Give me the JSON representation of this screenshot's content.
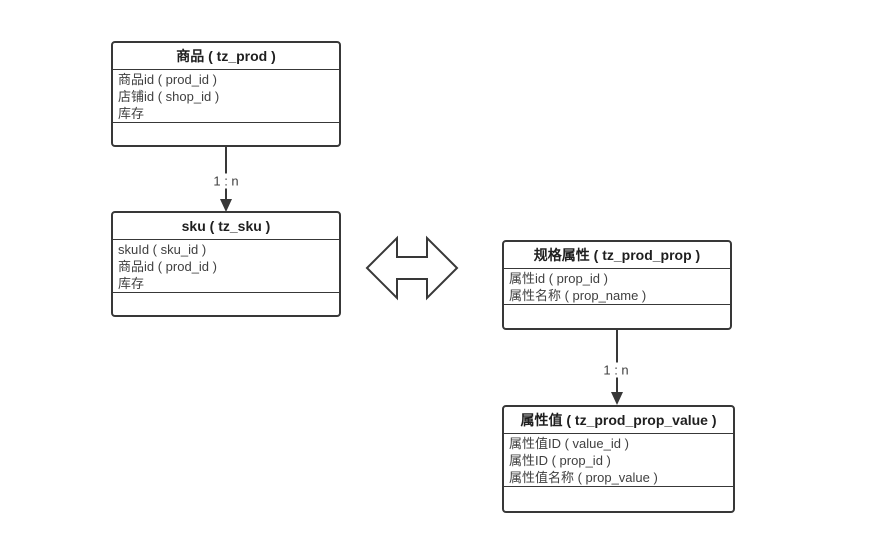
{
  "diagram": {
    "background_color": "#ffffff",
    "stroke_color": "#383838",
    "text_color": "#404040",
    "header_text_color": "#1f1f1f",
    "tables": {
      "prod": {
        "title": "商品 ( tz_prod )",
        "fields": [
          "商品id ( prod_id )",
          "店铺id ( shop_id )",
          "库存"
        ]
      },
      "sku": {
        "title": "sku ( tz_sku )",
        "fields": [
          "skuId ( sku_id )",
          "商品id ( prod_id )",
          "库存"
        ]
      },
      "prop": {
        "title": "规格属性 ( tz_prod_prop )",
        "fields": [
          "属性id ( prop_id )",
          "属性名称 ( prop_name )"
        ]
      },
      "prop_value": {
        "title": "属性值 ( tz_prod_prop_value )",
        "fields": [
          "属性值ID ( value_id )",
          "属性ID ( prop_id )",
          "属性值名称 ( prop_value )"
        ]
      }
    },
    "edges": {
      "prod_to_sku": {
        "label": "1 : n"
      },
      "prop_to_prop_value": {
        "label": "1 : n"
      }
    }
  }
}
